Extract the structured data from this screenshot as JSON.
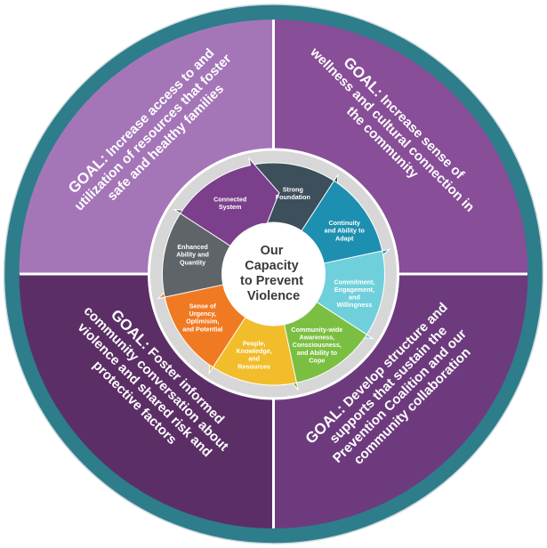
{
  "colors": {
    "outer_ring": "#2d7d8b",
    "quadrant_top_left": "#a476b8",
    "quadrant_top_right": "#884e97",
    "quadrant_bottom_left": "#5b2f66",
    "quadrant_bottom_right": "#6d3b7d",
    "inner_ring": "#d7d7d7",
    "center_disc": "#ffffff"
  },
  "center": {
    "lines": [
      "Our",
      "Capacity",
      "to Prevent",
      "Violence"
    ]
  },
  "goals": [
    {
      "position": "top-left",
      "lead": "GOAL:",
      "lines": [
        "Increase access to and",
        "utilization of resources that foster",
        "safe and healthy families"
      ]
    },
    {
      "position": "top-right",
      "lead": "GOAL:",
      "lines": [
        "Increase sense of",
        "wellness and cultural connection in",
        "the community"
      ]
    },
    {
      "position": "bottom-left",
      "lead": "GOAL:",
      "lines": [
        "Foster informed",
        "community conversation about",
        "violence and shared risk and",
        "protective factors"
      ]
    },
    {
      "position": "bottom-right",
      "lead": "GOAL:",
      "lines": [
        "Develop structure and",
        "supports that sustain the",
        "Prevention Coalition and our",
        "community collaboration"
      ]
    }
  ],
  "cycle": [
    {
      "label_lines": [
        "Strong",
        "Foundation"
      ],
      "color": "#3d4f5b"
    },
    {
      "label_lines": [
        "Continuity",
        "and Ability to",
        "Adapt"
      ],
      "color": "#1d8fb0"
    },
    {
      "label_lines": [
        "Commitment,",
        "Engagement,",
        "and",
        "Willingness"
      ],
      "color": "#6fd0dc"
    },
    {
      "label_lines": [
        "Community-wide",
        "Awareness,",
        "Consciousness,",
        "and Ability to",
        "Cope"
      ],
      "color": "#7bbf42"
    },
    {
      "label_lines": [
        "People,",
        "Knowledge,",
        "and",
        "Resources"
      ],
      "color": "#f2bd2b"
    },
    {
      "label_lines": [
        "Sense of",
        "Urgency,",
        "Optimisim,",
        "and Potential"
      ],
      "color": "#f07a22"
    },
    {
      "label_lines": [
        "Enhanced",
        "Ability and",
        "Quantity"
      ],
      "color": "#5f6468"
    },
    {
      "label_lines": [
        "Connected",
        "System"
      ],
      "color": "#7b3f8c"
    }
  ]
}
